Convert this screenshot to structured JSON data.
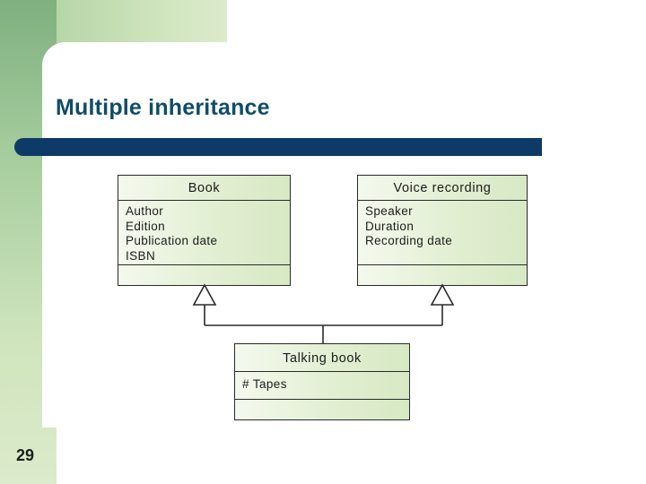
{
  "slide": {
    "title": "Multiple inheritance",
    "page_number": "29",
    "colors": {
      "title_text": "#0f4e64",
      "accent_bar": "#0e3a68",
      "band_green": "#a9cfa0",
      "box_fill": "#e2efd2",
      "box_border": "#2a2a2a"
    }
  },
  "diagram": {
    "type": "uml-class-diagram",
    "relationship": "generalization",
    "classes": [
      {
        "id": "book",
        "name": "Book",
        "attributes": [
          "Author",
          "Edition",
          "Publication date",
          "ISBN"
        ],
        "operations": []
      },
      {
        "id": "voice-recording",
        "name": "Voice recording",
        "attributes": [
          "Speaker",
          "Duration",
          "Recording date"
        ],
        "operations": []
      },
      {
        "id": "talking-book",
        "name": "Talking book",
        "attributes": [
          "# Tapes"
        ],
        "operations": []
      }
    ],
    "generalizations": [
      {
        "child": "talking-book",
        "parent": "book"
      },
      {
        "child": "talking-book",
        "parent": "voice-recording"
      }
    ]
  }
}
